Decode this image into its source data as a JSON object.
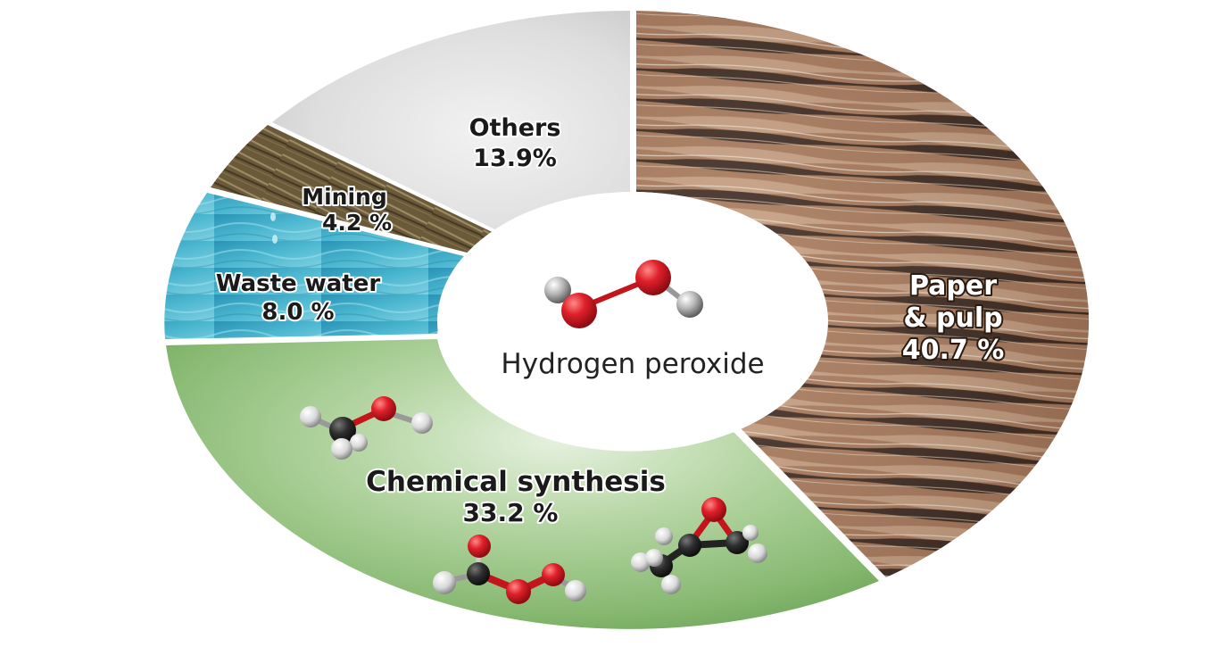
{
  "chart_data": {
    "type": "pie",
    "variant": "donut",
    "title": "Hydrogen peroxide",
    "center_label": "Hydrogen peroxide",
    "categories": [
      "Paper & pulp",
      "Chemical synthesis",
      "Waste water",
      "Mining",
      "Others"
    ],
    "values": [
      40.7,
      33.2,
      8.0,
      4.2,
      13.9
    ],
    "unit": "%",
    "labels": [
      {
        "name_lines": [
          "Paper",
          "& pulp"
        ],
        "value_text": "40.7 %"
      },
      {
        "name_lines": [
          "Chemical synthesis"
        ],
        "value_text": "33.2 %"
      },
      {
        "name_lines": [
          "Waste water"
        ],
        "value_text": "8.0 %"
      },
      {
        "name_lines": [
          "Mining"
        ],
        "value_text": "4.2 %"
      },
      {
        "name_lines": [
          "Others"
        ],
        "value_text": "13.9%"
      }
    ],
    "legend": "none (labels drawn inside segments)",
    "colors": {
      "paper": "#9c6f4f",
      "chemical": "#7fb06a",
      "water": "#3aa8c4",
      "mining": "#6b5a3a",
      "others": "#d4d4d4"
    }
  },
  "center": {
    "label": "Hydrogen peroxide",
    "molecule": "H2O2-ball-and-stick-icon"
  },
  "segments": {
    "paper": {
      "line1": "Paper",
      "line2": "& pulp",
      "value": "40.7 %"
    },
    "chemical": {
      "line1": "Chemical synthesis",
      "value": "33.2 %",
      "molecules": [
        "methanol-molecule-icon",
        "peroxyformic-acid-molecule-icon",
        "propylene-oxide-molecule-icon"
      ]
    },
    "water": {
      "line1": "Waste water",
      "value": "8.0 %"
    },
    "mining": {
      "line1": "Mining",
      "value": "4.2 %"
    },
    "others": {
      "line1": "Others",
      "value": "13.9%"
    }
  }
}
